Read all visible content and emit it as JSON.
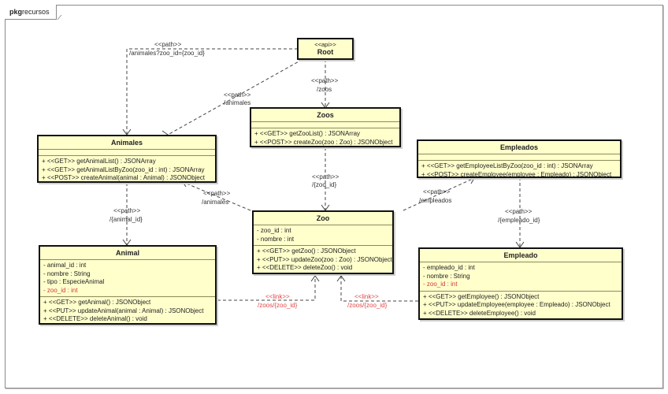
{
  "package": {
    "keyword": "pkg",
    "name": "recursos"
  },
  "colors": {
    "class_fill": "#ffffcc",
    "fk_text": "#d23a3a",
    "link_label": "#e04848"
  },
  "classes": {
    "root": {
      "stereotype": "<<api>>",
      "name": "Root",
      "attributes": [],
      "operations": []
    },
    "zoos": {
      "name": "Zoos",
      "attributes": [],
      "operations": [
        "+ <<GET>> getZooList() : JSONArray",
        "+ <<POST>> createZoo(zoo : Zoo) : JSONObject"
      ]
    },
    "animales": {
      "name": "Animales",
      "attributes": [],
      "operations": [
        "+ <<GET>> getAnimalList() : JSONArray",
        "+ <<GET>> getAnimalListByZoo(zoo_id : int) : JSONArray",
        "+ <<POST>> createAnimal(animal : Animal) : JSONObject"
      ]
    },
    "empleados": {
      "name": "Empleados",
      "attributes": [],
      "operations": [
        "+ <<GET>> getEmployeeListByZoo(zoo_id : int) : JSONArray",
        "+ <<POST>> createEmployee(employee : Empleado) : JSONObject"
      ]
    },
    "zoo": {
      "name": "Zoo",
      "attributes": [
        {
          "text": "- zoo_id : int",
          "fk": false
        },
        {
          "text": "- nombre : int",
          "fk": false
        }
      ],
      "operations": [
        "+ <<GET>> getZoo() : JSONObject",
        "+ <<PUT>> updateZoo(zoo : Zoo) : JSONObject",
        "+ <<DELETE>> deleteZoo() : void"
      ]
    },
    "animal": {
      "name": "Animal",
      "attributes": [
        {
          "text": "- animal_id : int",
          "fk": false
        },
        {
          "text": "- nombre : String",
          "fk": false
        },
        {
          "text": "- tipo : EspecieAnimal",
          "fk": false
        },
        {
          "text": "- zoo_id : int",
          "fk": true
        }
      ],
      "operations": [
        "+ <<GET>> getAnimal() : JSONObject",
        "+ <<PUT>> updateAnimal(animal : Animal) : JSONObject",
        "+ <<DELETE>> deleteAnimal() : void"
      ]
    },
    "empleado": {
      "name": "Empleado",
      "attributes": [
        {
          "text": "- empleado_id : int",
          "fk": false
        },
        {
          "text": "- nombre : String",
          "fk": false
        },
        {
          "text": "- zoo_id : int",
          "fk": true
        }
      ],
      "operations": [
        "+ <<GET>> getEmployee() : JSONObject",
        "+ <<PUT>> updateEmployee(employee : Empleado) : JSONObject",
        "+ <<DELETE>> deleteEmployee() : void"
      ]
    }
  },
  "relations": {
    "root_animales_query": {
      "stereotype": "<<path>>",
      "path": "/animales?zoo_id={zoo_id}"
    },
    "root_animales": {
      "stereotype": "<<path>>",
      "path": "/animales"
    },
    "root_zoos": {
      "stereotype": "<<path>>",
      "path": "/zoos"
    },
    "zoos_zoo": {
      "stereotype": "<<path>>",
      "path": "/{zoo_id}"
    },
    "zoo_animales": {
      "stereotype": "<<path>>",
      "path": "/animales"
    },
    "zoo_empleados": {
      "stereotype": "<<path>>",
      "path": "/empleados"
    },
    "animales_animal": {
      "stereotype": "<<path>>",
      "path": "/{animal_id}"
    },
    "empleados_empleado": {
      "stereotype": "<<path>>",
      "path": "/{empleado_id}"
    },
    "animal_zoo_link": {
      "stereotype": "<<link>>",
      "path": "/zoos/{zoo_id}"
    },
    "empleado_zoo_link": {
      "stereotype": "<<link>>",
      "path": "/zoos/{zoo_id}"
    }
  }
}
